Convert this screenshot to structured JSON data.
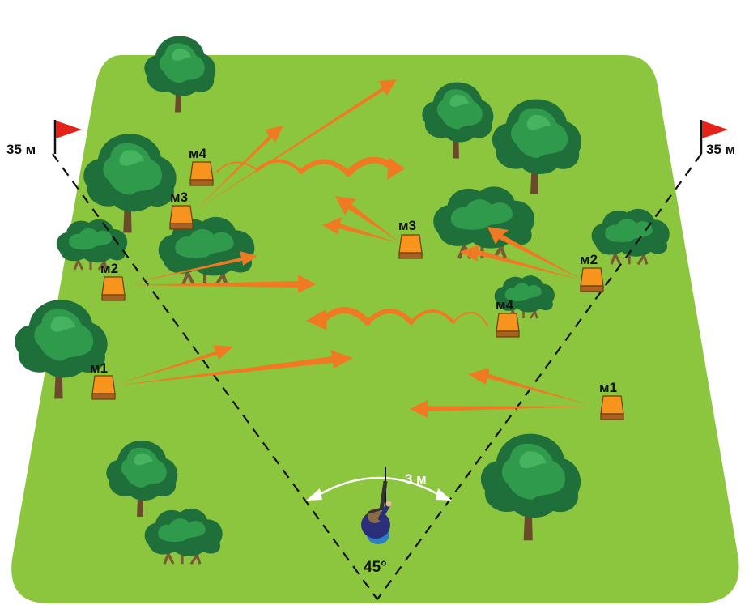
{
  "distance_left": "35 м",
  "distance_right": "35 м",
  "spread_label": "3 м",
  "angle_label": "45°",
  "left_machines": [
    "м1",
    "м2",
    "м3",
    "м4"
  ],
  "right_machines": [
    "м1",
    "м2",
    "м3",
    "м4"
  ],
  "colors": {
    "field": "#8cc63f",
    "arrow": "#f07a23",
    "trap": "#f7941d",
    "tree_dark": "#1e6f3a",
    "tree_light": "#2f9a4c",
    "flag": "#e32219"
  }
}
